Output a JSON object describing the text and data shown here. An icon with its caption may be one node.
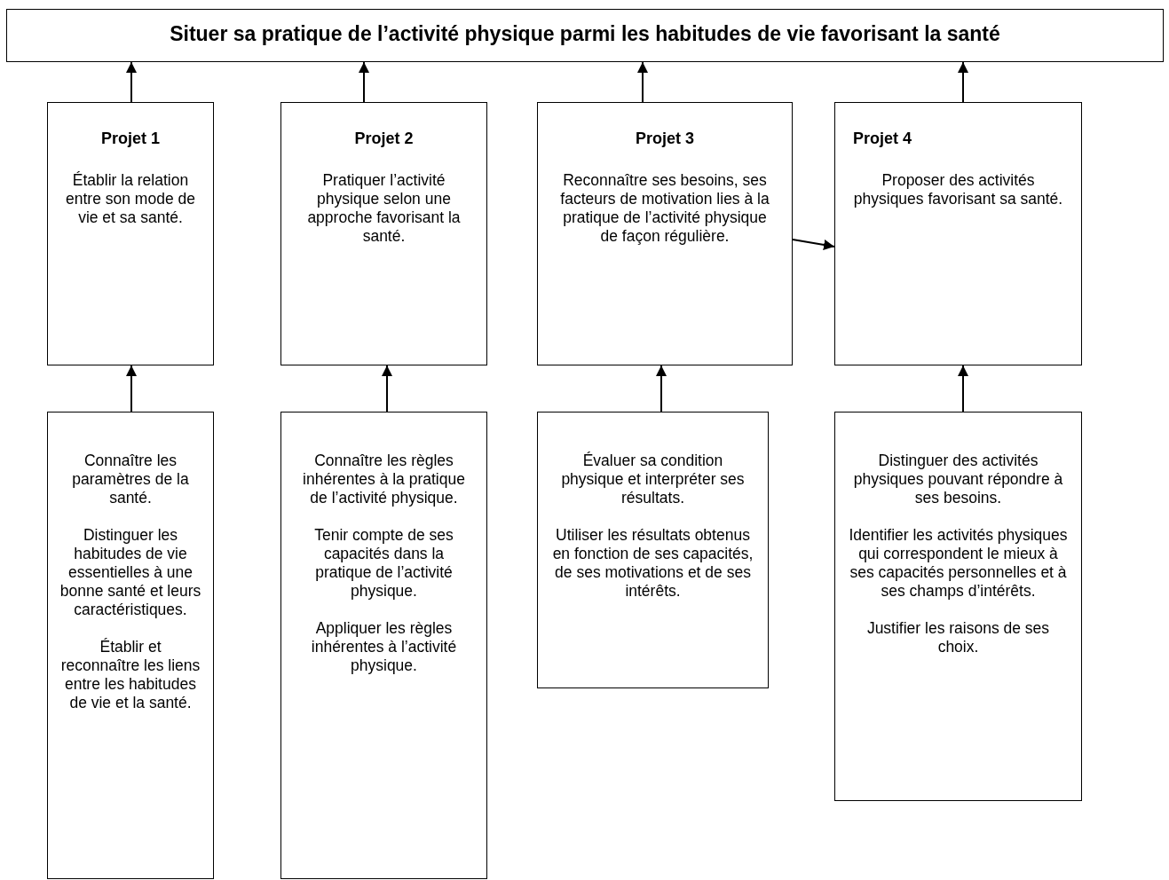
{
  "diagram": {
    "nodes": [
      {
        "text": [
          "Situer sa pratique de l’activité physique parmi les habitudes de vie favorisant la santé"
        ]
      },
      {
        "text": [
          "Projet 1",
          "Établir la relation entre son mode de vie et sa santé."
        ]
      },
      {
        "text": [
          "Projet 2",
          "Pratiquer l’activité physique selon une approche favorisant la santé."
        ]
      },
      {
        "text": [
          "Projet 3",
          "Reconnaître ses besoins, ses facteurs de motivation lies à la pratique de l’activité physique de façon régulière."
        ]
      },
      {
        "text": [
          "Projet 4",
          "Proposer des activités physiques favorisant sa santé."
        ]
      },
      {
        "text": [
          "Connaître les paramètres de la santé.",
          "Distinguer les habitudes de vie essentielles à une bonne santé et leurs caractéristiques.",
          "Établir et reconnaître les liens entre les habitudes de vie et la santé."
        ]
      },
      {
        "text": [
          "Connaître les règles inhérentes à la pratique de l’activité physique.",
          "Tenir compte de ses capacités dans la pratique de l’activité physique.",
          "Appliquer les règles inhérentes à l’activité physique."
        ]
      },
      {
        "text": [
          "Évaluer sa condition physique et interpréter ses résultats.",
          "Utiliser les résultats obtenus en fonction de ses capacités, de ses motivations et de ses intérêts."
        ]
      },
      {
        "text": [
          "Distinguer des activités physiques pouvant répondre à ses besoins.",
          "Identifier les activités physiques qui correspondent le mieux à ses capacités personnelles et à ses champs d’intérêts.",
          "Justifier les raisons de ses choix."
        ]
      }
    ],
    "edges": [
      {
        "from": 1,
        "to": 0,
        "arrow": "to"
      },
      {
        "from": 2,
        "to": 0,
        "arrow": "to"
      },
      {
        "from": 3,
        "to": 0,
        "arrow": "to"
      },
      {
        "from": 4,
        "to": 0,
        "arrow": "to"
      },
      {
        "from": 5,
        "to": 1,
        "arrow": "to"
      },
      {
        "from": 6,
        "to": 2,
        "arrow": "to"
      },
      {
        "from": 7,
        "to": 3,
        "arrow": "to"
      },
      {
        "from": 8,
        "to": 4,
        "arrow": "to"
      },
      {
        "from": 3,
        "to": 4,
        "arrow": "to"
      }
    ]
  }
}
